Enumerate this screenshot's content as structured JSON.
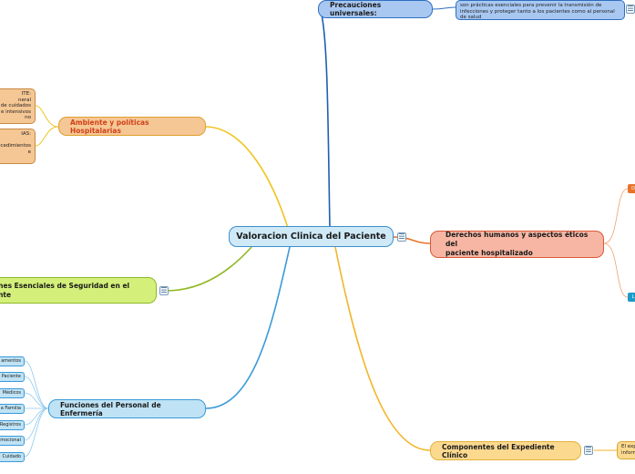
{
  "center": {
    "title": "Valoracion Clinica del Paciente"
  },
  "precauciones": {
    "title": "Precauciones universales:",
    "note": "son prácticas esenciales para prevenir la transmisión de\ninfecciones y proteger tanto a los pacientes como al personal\nde salud"
  },
  "ambiente": {
    "title": "Ambiente y políticas Hospitalarias",
    "box1": "ITE:\nneral\nde cuidados\ne intensivos\nno",
    "box2": "IAS:\n\ncedimientos\ne"
  },
  "acciones": {
    "title": "ones Esenciales de Seguridad en el\nente"
  },
  "funciones": {
    "title": "Funciones del Personal de Enfermería",
    "items": [
      "amentos",
      "Paciente",
      "Médicos",
      "a Familia",
      "Registros",
      "mocional",
      "Cuidado"
    ]
  },
  "derechos": {
    "title": "Derechos humanos y aspectos éticos del\npaciente hospitalizado",
    "mini1": "D",
    "mini2": "L"
  },
  "componentes": {
    "title": "Componentes del Expediente Clínico",
    "note": "El exp\ninform"
  },
  "icons": {
    "note_glyph": "☰"
  },
  "colors": {
    "blue_line": "#1f5fb0",
    "yellow_line": "#f0c420",
    "green_line": "#8fb820",
    "lightblue_line": "#3a9ad8",
    "orange_line": "#e8732a",
    "gold_line": "#f3b52a",
    "red_line": "#d9593a"
  }
}
